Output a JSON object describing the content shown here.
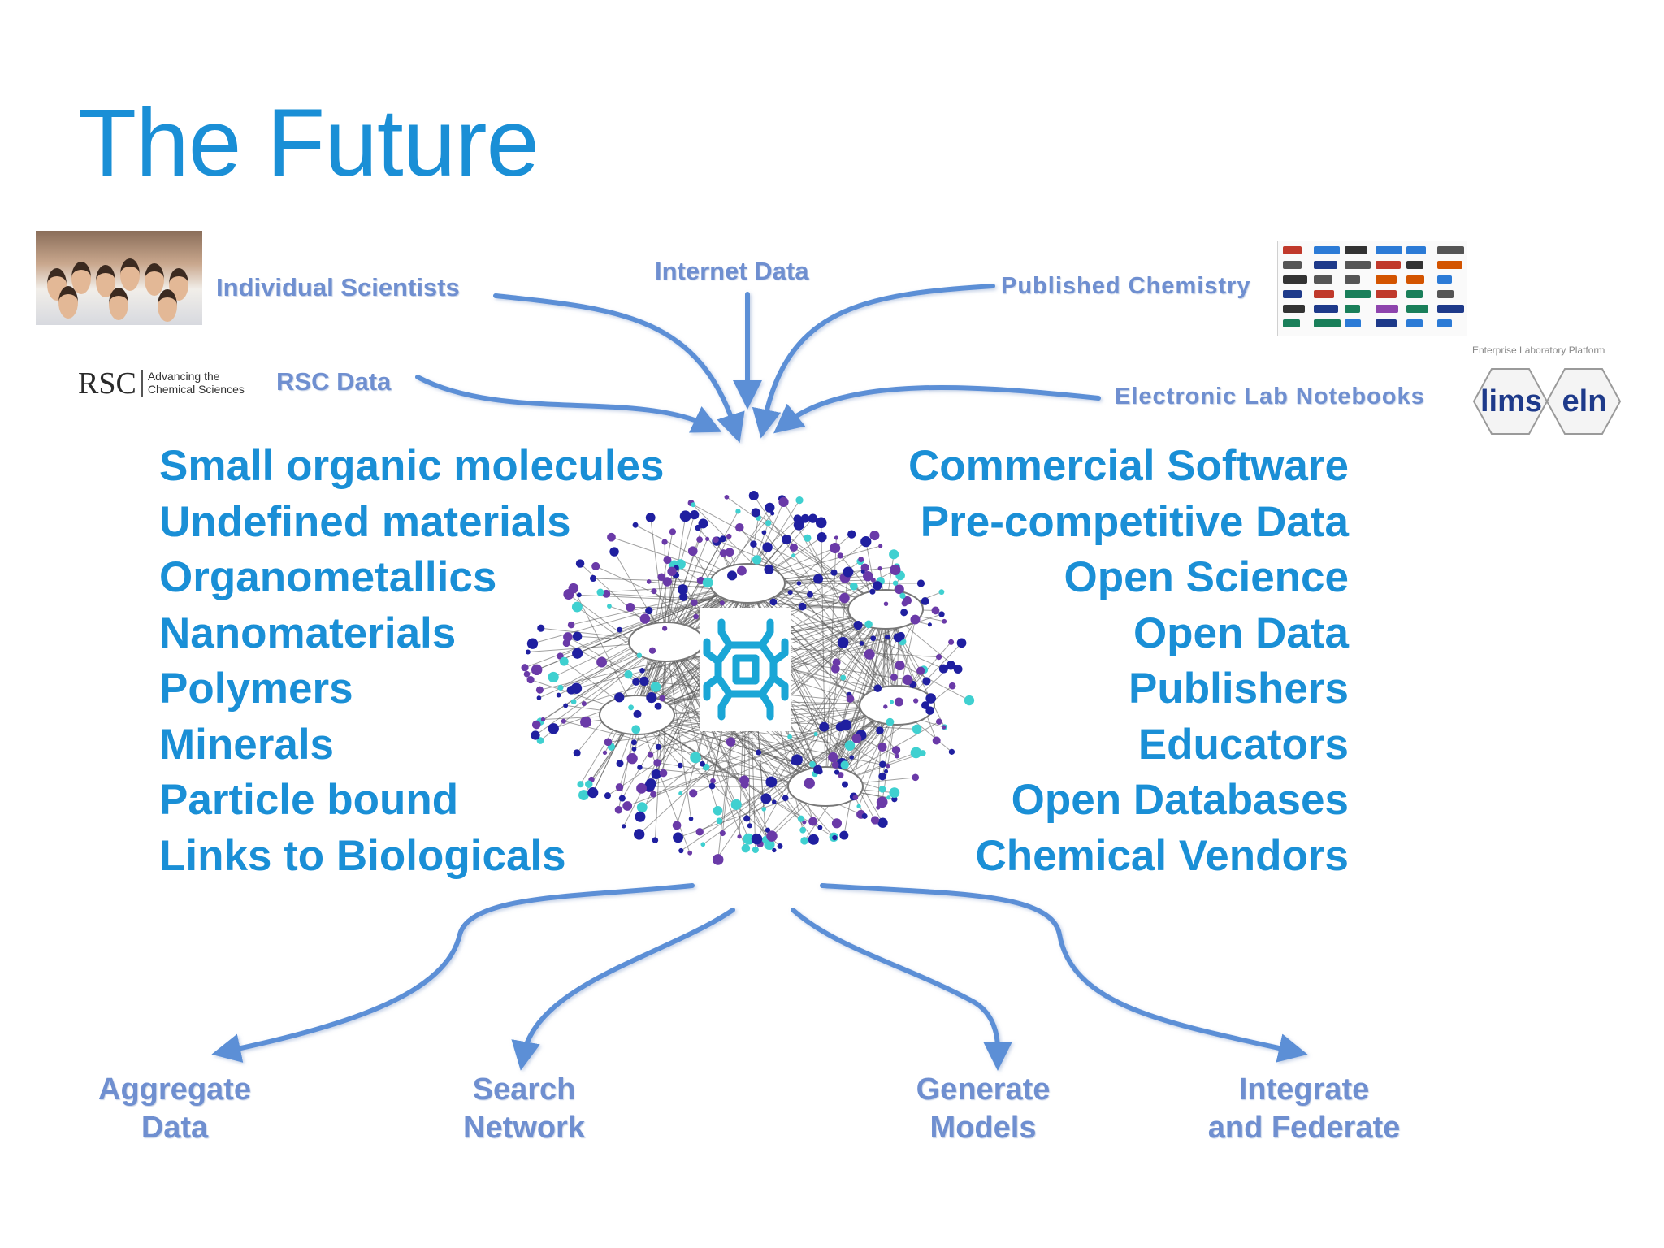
{
  "title": "The Future",
  "sources": {
    "individual_scientists": "Individual Scientists",
    "internet_data": "Internet Data",
    "published_chemistry": "Published Chemistry",
    "rsc_data": "RSC Data",
    "electronic_lab_notebooks": "Electronic Lab Notebooks"
  },
  "logos": {
    "rsc_mark": "RSC",
    "rsc_tagline_1": "Advancing the",
    "rsc_tagline_2": "Chemical Sciences",
    "enterprise_platform": "Enterprise Laboratory Platform",
    "lims": "lims",
    "eln": "eln"
  },
  "left_column": [
    "Small organic molecules",
    "Undefined materials",
    "Organometallics",
    "Nanomaterials",
    "Polymers",
    "Minerals",
    "Particle bound",
    "Links to Biologicals"
  ],
  "right_column": [
    "Commercial Software",
    "Pre-competitive Data",
    "Open Science",
    "Open Data",
    "Publishers",
    "Educators",
    "Open Databases",
    "Chemical Vendors"
  ],
  "outputs": {
    "aggregate": [
      "Aggregate",
      "Data"
    ],
    "search": [
      "Search",
      "Network"
    ],
    "generate": [
      "Generate",
      "Models"
    ],
    "integrate": [
      "Integrate",
      "and Federate"
    ]
  },
  "colors": {
    "title": "#1a8fd6",
    "list_text": "#1a8fd6",
    "label_text": "#6f8fd0",
    "arrow": "#5b8fd6",
    "node_dark": "#1f1fa0",
    "node_purple": "#6a3aa8",
    "node_cyan": "#3fd0d0",
    "hub_icon": "#1aa6d6"
  },
  "icons": {
    "hub": "spider-molecule-icon"
  }
}
